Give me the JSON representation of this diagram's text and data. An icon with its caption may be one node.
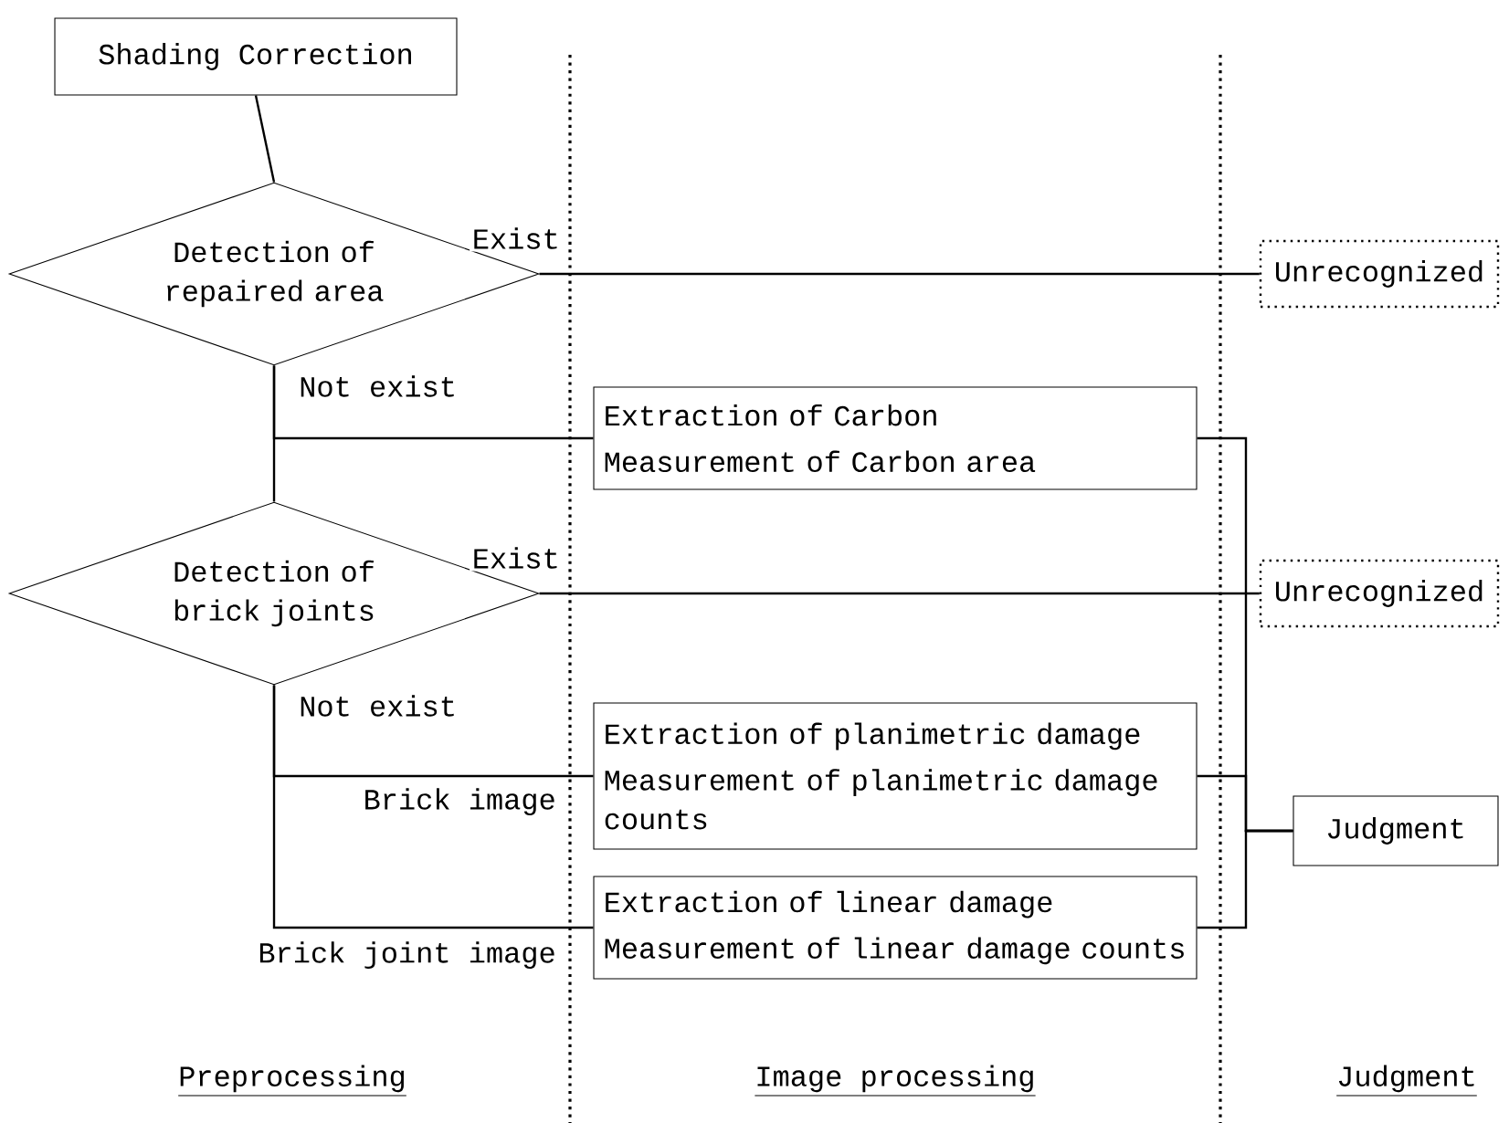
{
  "diagram": {
    "nodes": [
      {
        "text": [
          "Shading Correction"
        ]
      },
      {
        "text": [
          "Detection of repaired area"
        ]
      },
      {
        "text": [
          "Unrecognized"
        ]
      },
      {
        "text": [
          "Extraction of Carbon",
          "Measurement of Carbon area"
        ]
      },
      {
        "text": [
          "Detection of brick joints"
        ]
      },
      {
        "text": [
          "Unrecognized"
        ]
      },
      {
        "text": [
          "Extraction of planimetric damage",
          "Measurement of planimetric damage counts"
        ]
      },
      {
        "text": [
          "Extraction of linear damage",
          "Measurement of linear damage counts"
        ]
      },
      {
        "text": [
          "Judgment"
        ]
      }
    ],
    "edges": [
      {
        "from": 0,
        "to": 1,
        "arrow": "none"
      },
      {
        "from": 1,
        "to": 2,
        "arrow": "none",
        "label": "Exist"
      },
      {
        "from": 1,
        "to": 3,
        "arrow": "none",
        "label": "Not exist"
      },
      {
        "from": 1,
        "to": 4,
        "arrow": "none"
      },
      {
        "from": 4,
        "to": 5,
        "arrow": "none",
        "label": "Exist"
      },
      {
        "from": 4,
        "to": 6,
        "arrow": "none",
        "label": "Brick image"
      },
      {
        "from": 4,
        "to": 7,
        "arrow": "none",
        "label": "Brick joint image"
      },
      {
        "from": 3,
        "to": 8,
        "arrow": "none"
      },
      {
        "from": 6,
        "to": 8,
        "arrow": "none"
      },
      {
        "from": 7,
        "to": 8,
        "arrow": "none"
      }
    ],
    "labels": [
      "Not exist",
      "Preprocessing",
      "Image processing",
      "Judgment"
    ]
  }
}
